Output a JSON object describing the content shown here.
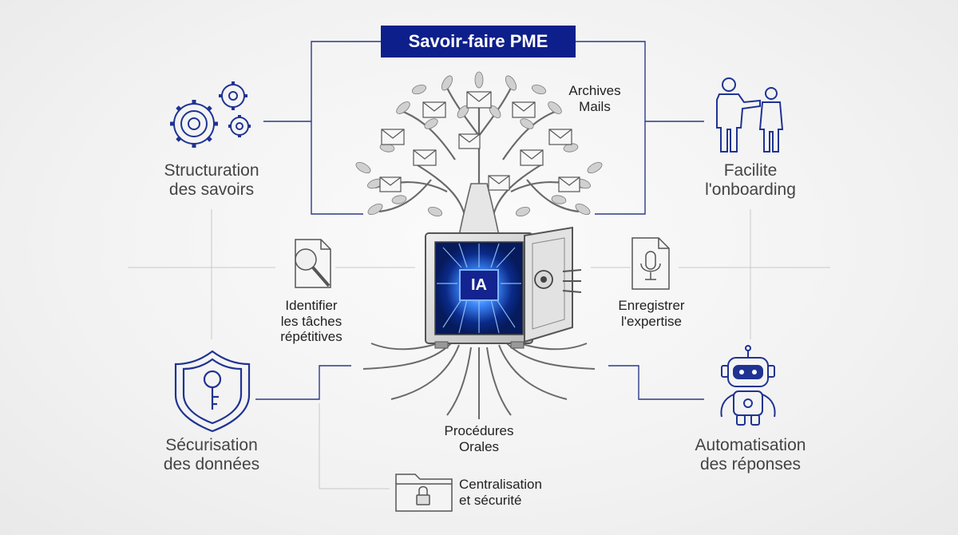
{
  "title": "Savoir-faire PME",
  "center_badge": "IA",
  "tree_labels": {
    "top": [
      "Archives",
      "Mails"
    ],
    "bottom": [
      "Procédures",
      "Orales"
    ]
  },
  "corners": {
    "top_left": [
      "Structuration",
      "des savoirs"
    ],
    "top_right": [
      "Facilite",
      "l'onboarding"
    ],
    "bottom_left": [
      "Sécurisation",
      "des données"
    ],
    "bottom_right": [
      "Automatisation",
      "des réponses"
    ]
  },
  "middle": {
    "left": [
      "Identifier",
      "les tâches",
      "répétitives"
    ],
    "right": [
      "Enregistrer",
      "l'expertise"
    ]
  },
  "bottom_center": [
    "Centralisation",
    "et sécurité"
  ],
  "icons": {
    "top_left": "gears-icon",
    "top_right": "onboarding-people-icon",
    "bottom_left": "shield-key-icon",
    "bottom_right": "robot-icon",
    "middle_left": "document-search-icon",
    "middle_right": "audio-document-icon",
    "bottom_center": "locked-folder-icon",
    "center": "safe-icon"
  },
  "colors": {
    "accent": "#0d1f8a",
    "line": "#2a3a8c",
    "glow": "#3b8cff",
    "text": "#333333"
  }
}
